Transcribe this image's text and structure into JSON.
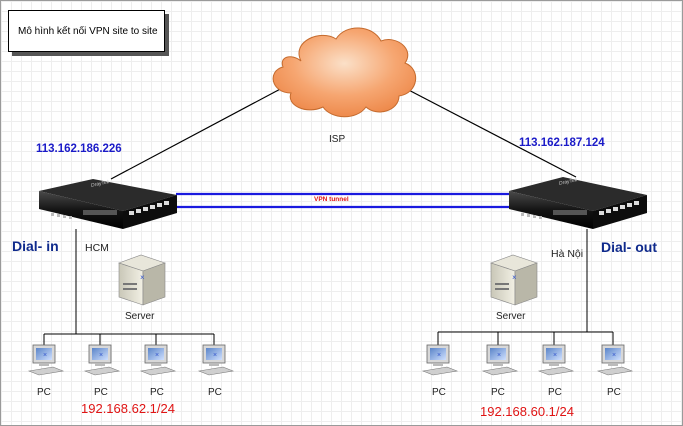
{
  "title": "Mô hình kết nối VPN site to site",
  "cloud_label": "ISP",
  "tunnel_label": "VPN tunnel",
  "site_left": {
    "wan_ip": "113.162.186.226",
    "role": "Dial- in",
    "location": "HCM",
    "server_label": "Server",
    "lan_subnet": "192.168.62.1/24",
    "pcs": [
      "PC",
      "PC",
      "PC",
      "PC"
    ],
    "router_brand": "DrayTek"
  },
  "site_right": {
    "wan_ip": "113.162.187.124",
    "role": "Dial- out",
    "location": "Hà Nội",
    "server_label": "Server",
    "lan_subnet": "192.168.60.1/24",
    "pcs": [
      "PC",
      "PC",
      "PC",
      "PC"
    ],
    "router_brand": "DrayTek"
  },
  "colors": {
    "tunnel_line": "#1a1adf",
    "tunnel_text": "#e01414",
    "wan_ip_text": "#1b1bc8",
    "role_text": "#0f2a8c",
    "lan_text": "#e01414",
    "cloud_fill": "#f6a06a"
  }
}
